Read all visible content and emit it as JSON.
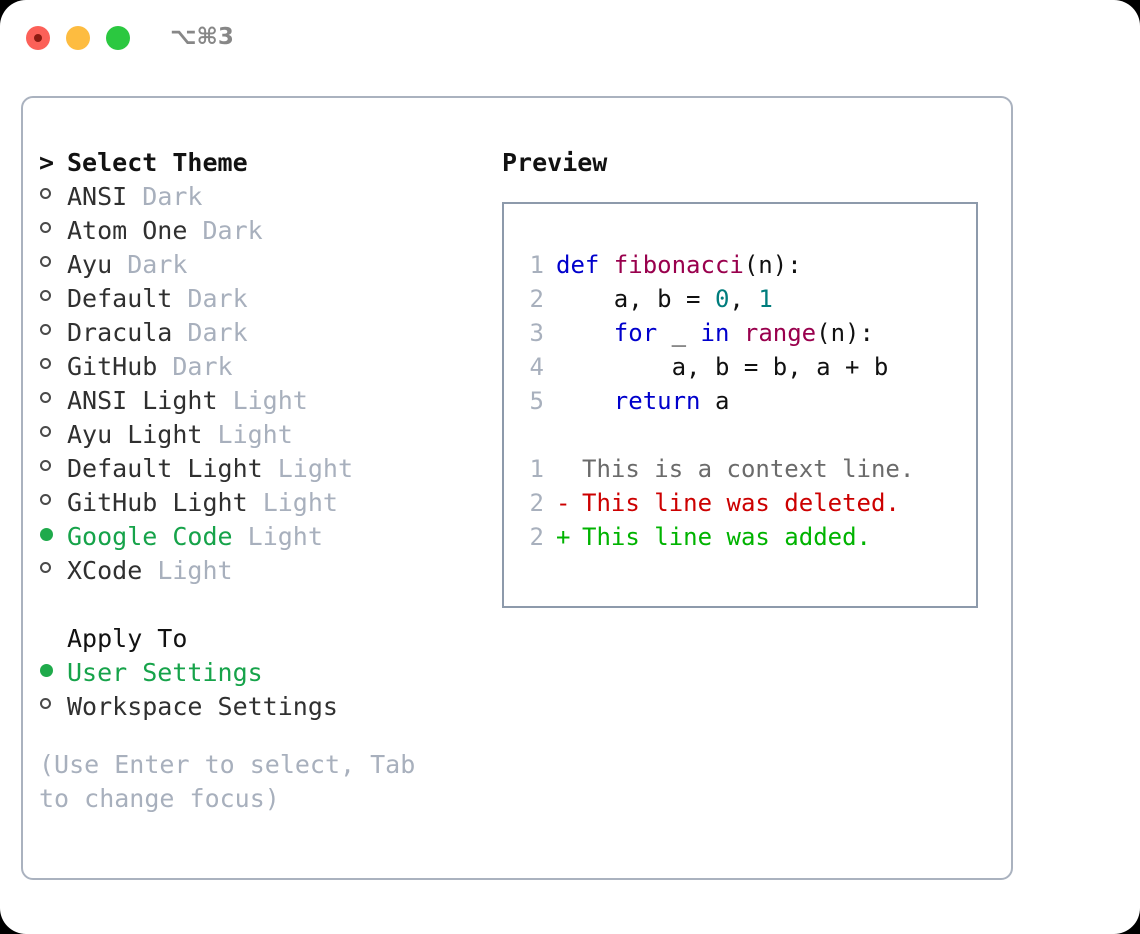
{
  "window": {
    "shortcut_label": "⌥⌘3",
    "traffic_lights": [
      "close-button",
      "minimize-button",
      "maximize-button"
    ]
  },
  "left": {
    "prompt_caret": ">",
    "prompt_title": "Select Theme",
    "themes": [
      {
        "bullet": "○",
        "label": "ANSI",
        "kind": "Dark",
        "selected": false
      },
      {
        "bullet": "○",
        "label": "Atom One",
        "kind": "Dark",
        "selected": false
      },
      {
        "bullet": "○",
        "label": "Ayu",
        "kind": "Dark",
        "selected": false
      },
      {
        "bullet": "○",
        "label": "Default",
        "kind": "Dark",
        "selected": false
      },
      {
        "bullet": "○",
        "label": "Dracula",
        "kind": "Dark",
        "selected": false
      },
      {
        "bullet": "○",
        "label": "GitHub",
        "kind": "Dark",
        "selected": false
      },
      {
        "bullet": "○",
        "label": "ANSI Light",
        "kind": "Light",
        "selected": false
      },
      {
        "bullet": "○",
        "label": "Ayu Light",
        "kind": "Light",
        "selected": false
      },
      {
        "bullet": "○",
        "label": "Default Light",
        "kind": "Light",
        "selected": false
      },
      {
        "bullet": "○",
        "label": "GitHub Light",
        "kind": "Light",
        "selected": false
      },
      {
        "bullet": "●",
        "label": "Google Code",
        "kind": "Light",
        "selected": true
      },
      {
        "bullet": "○",
        "label": "XCode",
        "kind": "Light",
        "selected": false
      }
    ],
    "apply_to_heading": "Apply To",
    "apply_to_options": [
      {
        "bullet": "●",
        "label": "User Settings",
        "selected": true
      },
      {
        "bullet": "○",
        "label": "Workspace Settings",
        "selected": false
      }
    ],
    "hint": "(Use Enter to select, Tab to change focus)"
  },
  "right": {
    "preview_title": "Preview",
    "code_lines": [
      {
        "number": "1",
        "tokens": [
          {
            "text": "def ",
            "type": "kw"
          },
          {
            "text": "fibonacci",
            "type": "fn"
          },
          {
            "text": "(n):",
            "type": "plain"
          }
        ]
      },
      {
        "number": "2",
        "tokens": [
          {
            "text": "    a, b = ",
            "type": "plain"
          },
          {
            "text": "0",
            "type": "num"
          },
          {
            "text": ", ",
            "type": "plain"
          },
          {
            "text": "1",
            "type": "num"
          }
        ]
      },
      {
        "number": "3",
        "tokens": [
          {
            "text": "    ",
            "type": "plain"
          },
          {
            "text": "for",
            "type": "kw"
          },
          {
            "text": " _ ",
            "type": "plain"
          },
          {
            "text": "in",
            "type": "kw"
          },
          {
            "text": " ",
            "type": "plain"
          },
          {
            "text": "range",
            "type": "fn"
          },
          {
            "text": "(n):",
            "type": "plain"
          }
        ]
      },
      {
        "number": "4",
        "tokens": [
          {
            "text": "        a, b = b, a + b",
            "type": "plain"
          }
        ]
      },
      {
        "number": "5",
        "tokens": [
          {
            "text": "    ",
            "type": "plain"
          },
          {
            "text": "return",
            "type": "kw"
          },
          {
            "text": " a",
            "type": "plain"
          }
        ]
      }
    ],
    "diff_lines": [
      {
        "number": "1",
        "sign": " ",
        "text": "This is a context line.",
        "type": "ctx"
      },
      {
        "number": "2",
        "sign": "-",
        "text": "This line was deleted.",
        "type": "del"
      },
      {
        "number": "2",
        "sign": "+",
        "text": "This line was added.",
        "type": "add"
      }
    ]
  },
  "colors": {
    "accent_green": "#16a34a",
    "muted": "#a8b0bd",
    "keyword": "#0000cc",
    "function": "#99004d",
    "number": "#007d7d",
    "diff_delete": "#cc0000",
    "diff_add": "#00b300",
    "border": "#aab2bf"
  }
}
